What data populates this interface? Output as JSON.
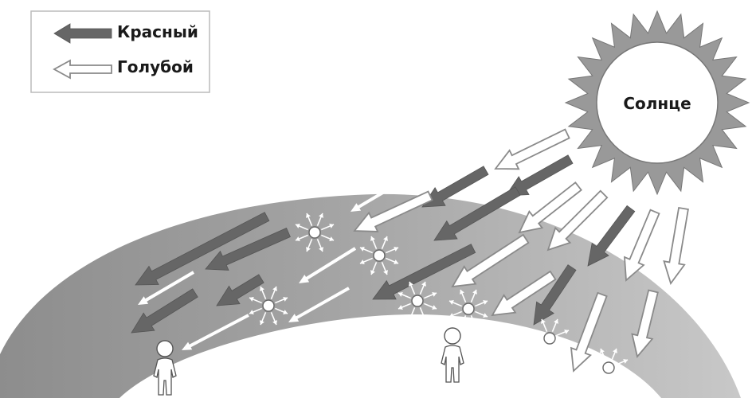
{
  "legend": {
    "red_label": "Красный",
    "blue_label": "Голубой"
  },
  "sun": {
    "label": "Солнце"
  },
  "colors": {
    "red_arrow": "#666666",
    "blue_arrow_fill": "#ffffff",
    "blue_arrow_stroke": "#8a8a8a",
    "atmosphere_left": "#8f8f8f",
    "atmosphere_right": "#c4c4c4",
    "sun_fill": "#999999",
    "sun_inner": "#ffffff"
  }
}
